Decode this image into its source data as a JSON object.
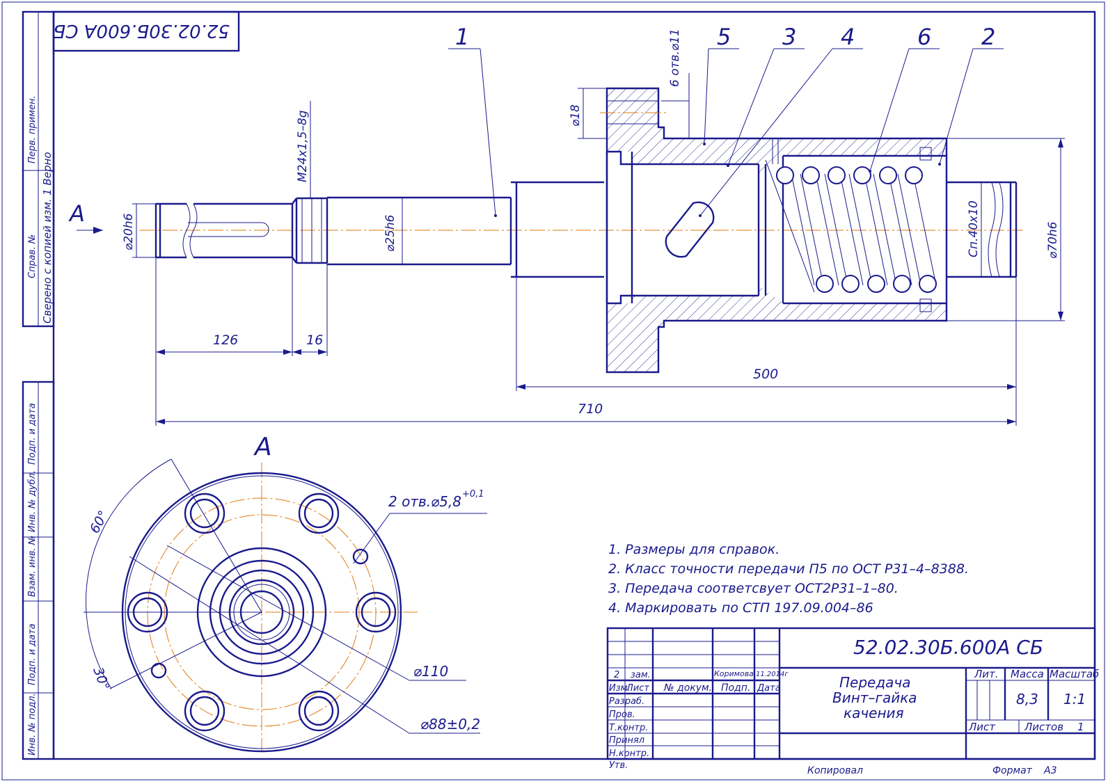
{
  "stamp": {
    "code_rotated": "52.02.30Б.600А СБ",
    "code": "52.02.30Б.600А СБ",
    "title_lines": [
      "Передача",
      "Винт–гайка",
      "качения"
    ],
    "lit_label": "Лит.",
    "mass_label": "Масса",
    "scale_label": "Масштаб",
    "mass": "8,3",
    "scale": "1:1",
    "sheet_label": "Лист",
    "sheets_label": "Листов",
    "sheets": "1",
    "copied": "Копировал",
    "format_label": "Формат",
    "format": "А3",
    "change_row": {
      "num": "2",
      "change": "зам.",
      "name": "Коримова",
      "date": "11.2014г"
    },
    "header_cols": [
      "Изм.",
      "Лист",
      "№ докум.",
      "Подп.",
      "Дата"
    ],
    "roles": [
      "Разраб.",
      "Пров.",
      "Т.контр.",
      "Принял",
      "Н.контр.",
      "Утв."
    ]
  },
  "left_margin": {
    "perv_primen": "Перв. примен.",
    "sprav": "Справ. №",
    "checked_note": "Сверено с копией изм. 1 Верно",
    "podp_data_1": "Подп. и дата",
    "inv_dubl": "Инв. № дубл.",
    "vzam_inv": "Взам. инв. №",
    "podp_data_2": "Подп. и дата",
    "inv_podl": "Инв. № подл."
  },
  "view_label": "А",
  "section_label": "А",
  "callouts": [
    "1",
    "5",
    "3",
    "4",
    "6",
    "2"
  ],
  "dimensions": {
    "holes_top": "6 отв.⌀11",
    "d18": "⌀18",
    "m24": "М24х1,5–8g",
    "d20": "⌀20h6",
    "d25": "⌀25h6",
    "d70": "⌀70h6",
    "pitch": "Сп.40х10",
    "len126": "126",
    "len16": "16",
    "len500": "500",
    "len710": "710",
    "holes_small": "2 отв.⌀5,8",
    "holes_small_tol": "+0,1",
    "angle60": "60°",
    "angle30": "30°",
    "d110": "⌀110",
    "d88": "⌀88±0,2"
  },
  "notes": [
    "1. Размеры для справок.",
    "2. Класс точности передачи П5 по ОСТ Р31–4–8388.",
    "3. Передача соответсвует ОСТ2Р31–1–80.",
    "4. Маркировать по СТП 197.09.004–86"
  ],
  "colors": {
    "ink": "#1a1a8c",
    "axis": "#e07a10",
    "paper": "#ffffff"
  }
}
